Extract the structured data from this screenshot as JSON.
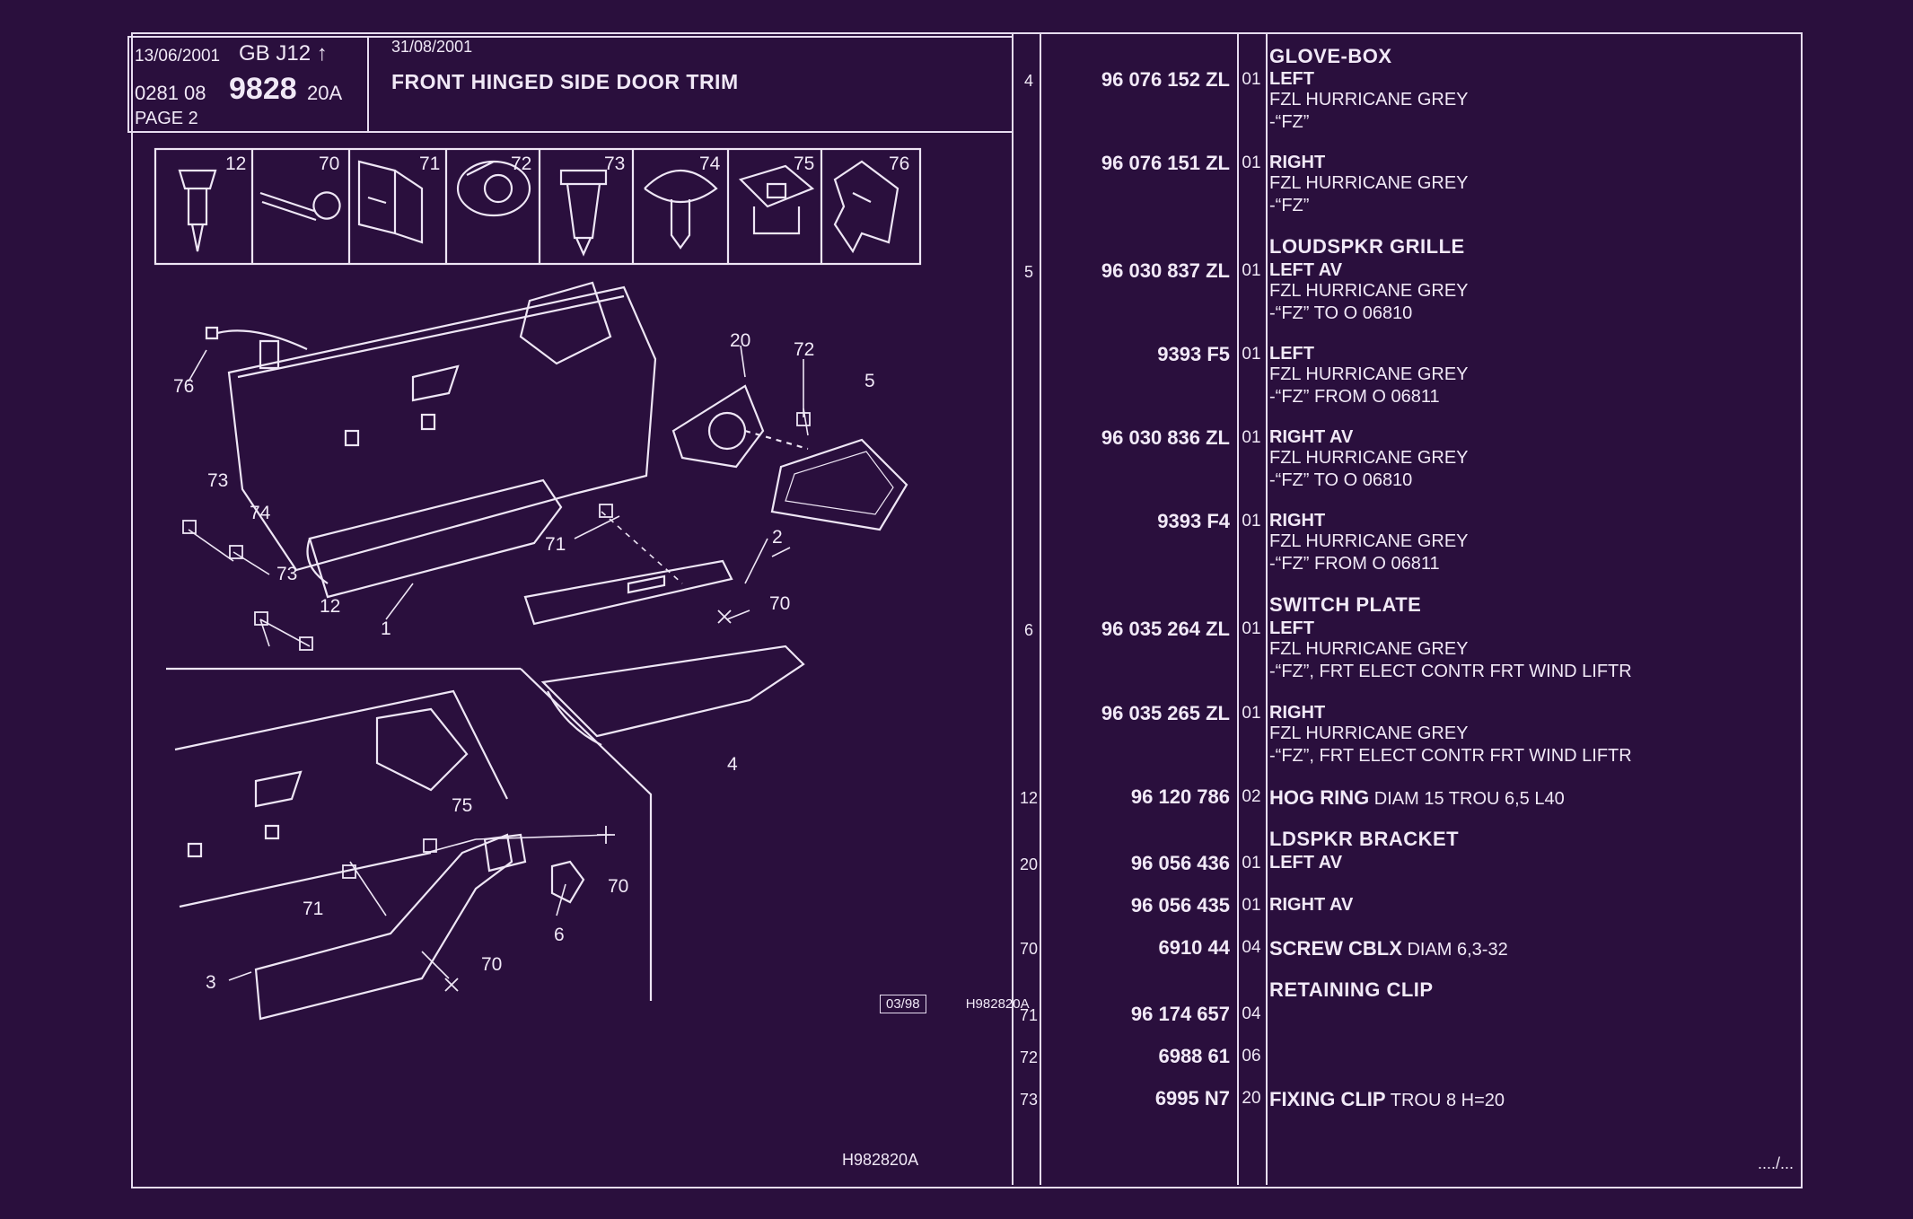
{
  "header": {
    "date_issue": "13/06/2001",
    "region": "GB  J12 ↑",
    "code_a": "0281  08",
    "code_main": "9828",
    "code_b": "20A",
    "page": "PAGE  2",
    "date_update": "31/08/2001",
    "title": "FRONT HINGED SIDE DOOR TRIM"
  },
  "fastener_labels": [
    "12",
    "70",
    "71",
    "72",
    "73",
    "74",
    "75",
    "76"
  ],
  "diagram_callouts": {
    "c76": "76",
    "c20": "20",
    "c72": "72",
    "c5": "5",
    "c73a": "73",
    "c74": "74",
    "c71a": "71",
    "c2": "2",
    "c73b": "73",
    "c12": "12",
    "c70a": "70",
    "c1": "1",
    "c4": "4",
    "c75": "75",
    "c70b": "70",
    "c71b": "71",
    "c6": "6",
    "c3": "3",
    "c70c": "70"
  },
  "ref_strip": {
    "date": "03/98",
    "ref": "H982820A"
  },
  "ref_bottom": "H982820A",
  "continue_mark": "..../...",
  "parts": {
    "h_glovebox": "GLOVE-BOX",
    "r1": {
      "idx": "4",
      "pn": "96 076 152 ZL",
      "qty": "01",
      "d1": "LEFT",
      "d2": "FZL HURRICANE GREY",
      "d3": "-“FZ”"
    },
    "r2": {
      "pn": "96 076 151 ZL",
      "qty": "01",
      "d1": "RIGHT",
      "d2": "FZL HURRICANE GREY",
      "d3": "-“FZ”"
    },
    "h_grille": "LOUDSPKR GRILLE",
    "r3": {
      "idx": "5",
      "pn": "96 030 837 ZL",
      "qty": "01",
      "d1": "LEFT AV",
      "d2": "FZL HURRICANE GREY",
      "d3": "-“FZ”  TO  O  06810"
    },
    "r4": {
      "pn": "9393 F5",
      "qty": "01",
      "d1": "LEFT",
      "d2": "FZL HURRICANE GREY",
      "d3": "-“FZ”  FROM  O  06811"
    },
    "r5": {
      "pn": "96 030 836 ZL",
      "qty": "01",
      "d1": "RIGHT AV",
      "d2": "FZL HURRICANE GREY",
      "d3": "-“FZ”  TO  O  06810"
    },
    "r6": {
      "pn": "9393 F4",
      "qty": "01",
      "d1": "RIGHT",
      "d2": "FZL HURRICANE GREY",
      "d3": "-“FZ”  FROM  O  06811"
    },
    "h_switch": "SWITCH PLATE",
    "r7": {
      "idx": "6",
      "pn": "96 035 264 ZL",
      "qty": "01",
      "d1": "LEFT",
      "d2": "FZL HURRICANE GREY",
      "d3": "-“FZ”,  FRT ELECT CONTR FRT WIND LIFTR"
    },
    "r8": {
      "pn": "96 035 265 ZL",
      "qty": "01",
      "d1": "RIGHT",
      "d2": "FZL HURRICANE GREY",
      "d3": "-“FZ”,  FRT ELECT CONTR FRT WIND LIFTR"
    },
    "r9": {
      "idx": "12",
      "pn": "96 120 786",
      "qty": "02",
      "d1a": "HOG RING",
      "d1b": " DIAM 15 TROU 6,5 L40"
    },
    "h_bracket": "LDSPKR BRACKET",
    "r10": {
      "idx": "20",
      "pn": "96 056 436",
      "qty": "01",
      "d1": "LEFT AV"
    },
    "r11": {
      "pn": "96 056 435",
      "qty": "01",
      "d1": "RIGHT AV"
    },
    "r12": {
      "idx": "70",
      "pn": "6910 44",
      "qty": "04",
      "d1a": "SCREW CBLX",
      "d1b": " DIAM 6,3-32"
    },
    "h_retaining": "RETAINING CLIP",
    "r13": {
      "idx": "71",
      "pn": "96 174 657",
      "qty": "04"
    },
    "r14": {
      "idx": "72",
      "pn": "6988 61",
      "qty": "06"
    },
    "r15": {
      "idx": "73",
      "pn": "6995 N7",
      "qty": "20",
      "d1a": "FIXING CLIP",
      "d1b": " TROU 8 H=20"
    }
  }
}
